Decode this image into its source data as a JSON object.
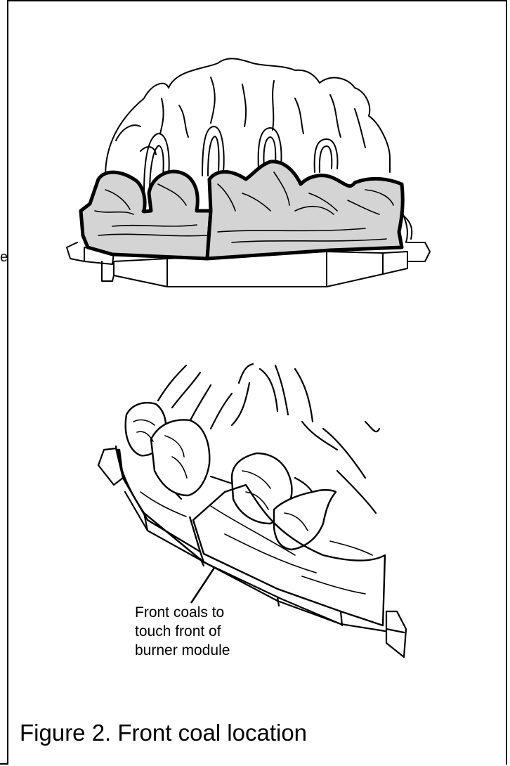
{
  "callout": {
    "lines": [
      "Front coals to",
      "touch front of",
      "burner module"
    ]
  },
  "caption": "Figure 2. Front coal location",
  "stray_glyph": "e",
  "colors": {
    "ink": "#000000",
    "coal_fill": "#d4d4d4",
    "paper": "#ffffff"
  }
}
